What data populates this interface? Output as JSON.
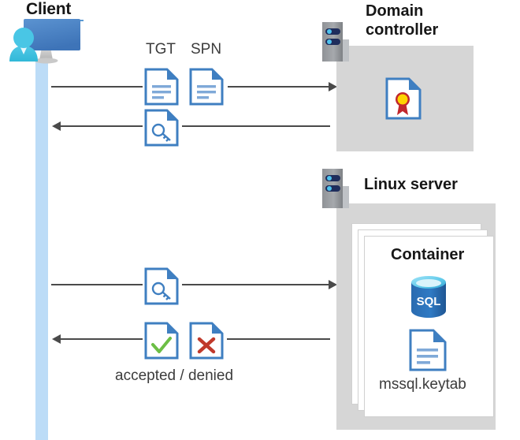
{
  "diagram": {
    "title_client": "Client",
    "nodes": {
      "client": {
        "label": "Client",
        "icon": "user-monitor-icon",
        "lifeline_color": "#bcdcf7"
      },
      "domain_controller": {
        "label": "Domain controller",
        "icon": "server-rack-icon",
        "zone_color": "#d6d6d6",
        "contents": [
          {
            "name": "certificate-document-icon",
            "label": ""
          }
        ]
      },
      "linux_server": {
        "label": "Linux server",
        "icon": "server-rack-icon",
        "zone_color": "#d6d6d6",
        "container": {
          "label": "Container",
          "stack_count": 3,
          "contents": [
            {
              "name": "sql-database-icon",
              "label": "SQL"
            },
            {
              "name": "keytab-document-icon",
              "label": "mssql.keytab"
            }
          ]
        }
      }
    },
    "messages": [
      {
        "id": "msg-1",
        "direction": "right",
        "from": "client",
        "to": "domain_controller",
        "labels": [
          "TGT",
          "SPN"
        ],
        "icons": [
          "text-document-icon",
          "text-document-icon"
        ]
      },
      {
        "id": "msg-2",
        "direction": "left",
        "from": "domain_controller",
        "to": "client",
        "labels": [],
        "icons": [
          "key-document-icon"
        ]
      },
      {
        "id": "msg-3",
        "direction": "right",
        "from": "client",
        "to": "linux_server",
        "labels": [],
        "icons": [
          "key-document-icon"
        ]
      },
      {
        "id": "msg-4",
        "direction": "left",
        "from": "linux_server",
        "to": "client",
        "labels": [
          "accepted / denied"
        ],
        "icons": [
          "check-document-icon",
          "cross-document-icon"
        ]
      }
    ],
    "labels": {
      "tgt": "TGT",
      "spn": "SPN",
      "accepted_denied": "accepted / denied",
      "container": "Container",
      "keytab": "mssql.keytab",
      "sql": "SQL"
    },
    "colors": {
      "accent_blue": "#2e75b6",
      "doc_blue": "#3f7fc1",
      "lifeline": "#bcdcf7",
      "zone_gray": "#d6d6d6",
      "line_gray": "#4a4a4a",
      "check_green": "#6cbe45",
      "cross_red": "#c0392b",
      "cert_gold": "#ffd400",
      "cert_red": "#c1272d",
      "sql_blue": "#2a6bb0"
    }
  }
}
